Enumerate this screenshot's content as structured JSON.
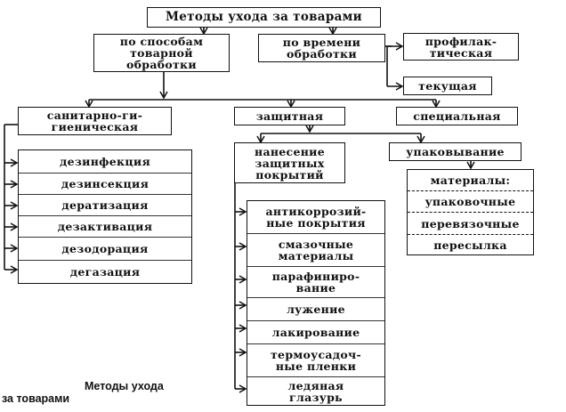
{
  "title": "Методы ухода за товарами",
  "level1": {
    "by_processing": "по способам\nтоварной\nобработки",
    "by_time": "по времени\nобработки"
  },
  "time_types": {
    "preventive": "профилак-\nтическая",
    "current": "текущая"
  },
  "level2": {
    "sanitary": "санитарно-ги-\nгиеническая",
    "protective": "защитная",
    "special": "специальная"
  },
  "sanitary_methods": [
    "дезинфекция",
    "дезинсекция",
    "дератизация",
    "дезактивация",
    "дезодорация",
    "дегазация"
  ],
  "protective_sub": {
    "coatings": "нанесение\nзащитных\nпокрытий"
  },
  "coating_methods": [
    "антикоррозий-\nные покрытия",
    "смазочные\nматериалы",
    "парафиниро-\nвание",
    "лужение",
    "лакирование",
    "термоусадоч-\nные пленки",
    "ледяная\nглазурь"
  ],
  "special_sub": {
    "packing": "упаковывание"
  },
  "packing_materials": [
    "материалы:",
    "упаковочные",
    "перевязочные",
    "пересылка"
  ],
  "caption": {
    "line1": "Методы ухода",
    "line2": "за товарами"
  }
}
